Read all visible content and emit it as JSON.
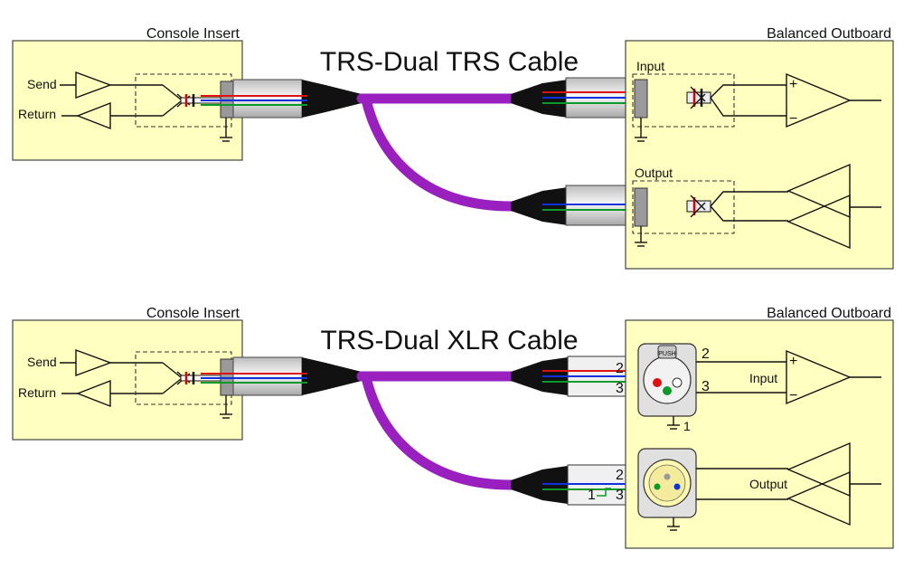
{
  "top": {
    "title": "TRS-Dual TRS Cable",
    "console_label": "Console Insert",
    "outboard_label": "Balanced Outboard",
    "send_label": "Send",
    "return_label": "Return",
    "input_label": "Input",
    "output_label": "Output",
    "plus": "+",
    "minus": "−"
  },
  "bottom": {
    "title": "TRS-Dual XLR Cable",
    "console_label": "Console Insert",
    "outboard_label": "Balanced Outboard",
    "send_label": "Send",
    "return_label": "Return",
    "input_label": "Input",
    "output_label": "Output",
    "push_label": "PUSH",
    "pin2": "2",
    "pin3": "3",
    "pin1": "1",
    "ground_pin": "1",
    "plus": "+",
    "minus": "−"
  },
  "colors": {
    "box_fill": "#ffffc0",
    "cable": "#9a1fbf",
    "wire_red": "#e01010",
    "wire_blue": "#1030e0",
    "wire_green": "#0a9a2a"
  }
}
